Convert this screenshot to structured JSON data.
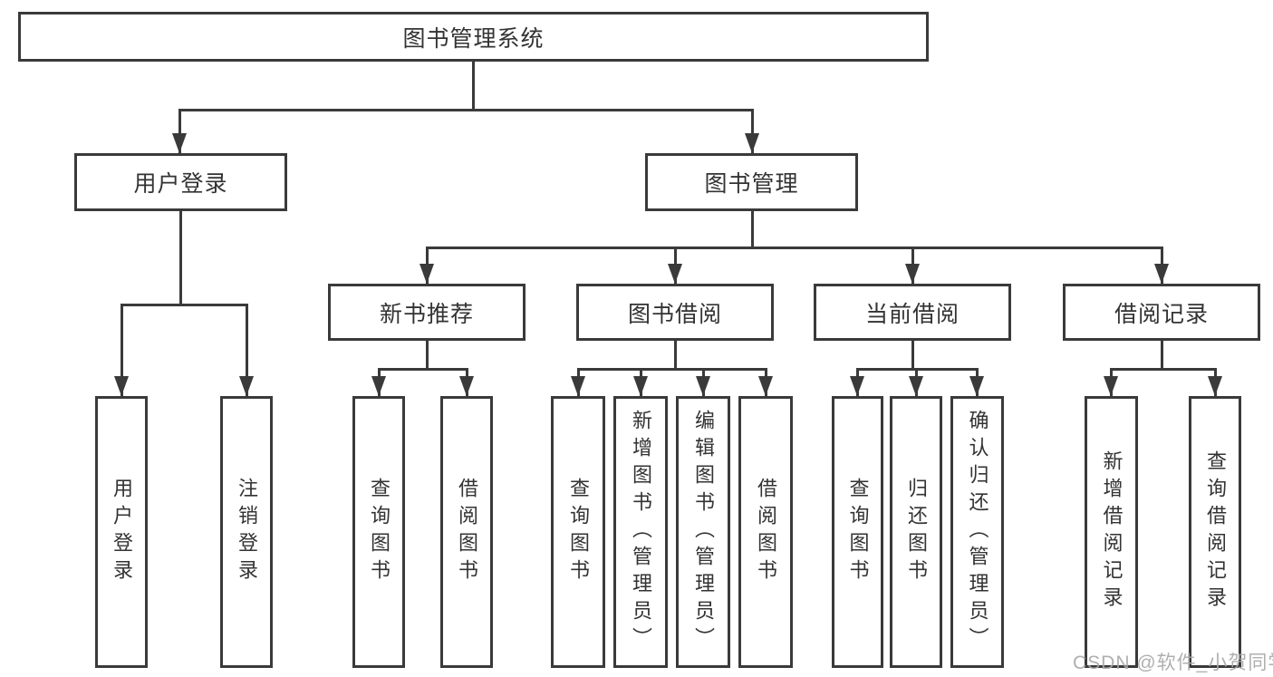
{
  "diagram": {
    "title": "图书管理系统",
    "tree": {
      "root": {
        "label": "图书管理系统"
      },
      "branches": [
        {
          "label": "用户登录",
          "children": [
            {
              "label": "用户登录"
            },
            {
              "label": "注销登录"
            }
          ]
        },
        {
          "label": "图书管理",
          "children": [
            {
              "label": "新书推荐",
              "children": [
                {
                  "label": "查询图书"
                },
                {
                  "label": "借阅图书"
                }
              ]
            },
            {
              "label": "图书借阅",
              "children": [
                {
                  "label": "查询图书"
                },
                {
                  "label": "新增图书（管理员）"
                },
                {
                  "label": "编辑图书（管理员）"
                },
                {
                  "label": "借阅图书"
                }
              ]
            },
            {
              "label": "当前借阅",
              "children": [
                {
                  "label": "查询图书"
                },
                {
                  "label": "归还图书"
                },
                {
                  "label": "确认归还（管理员）"
                }
              ]
            },
            {
              "label": "借阅记录",
              "children": [
                {
                  "label": "新增借阅记录"
                },
                {
                  "label": "查询借阅记录"
                }
              ]
            }
          ]
        }
      ]
    },
    "colors": {
      "line": "#3a3a3a",
      "text": "#333333",
      "watermark": "#a8a8a8",
      "background": "#ffffff"
    }
  },
  "watermark": "CSDN @软件_小贺同学"
}
